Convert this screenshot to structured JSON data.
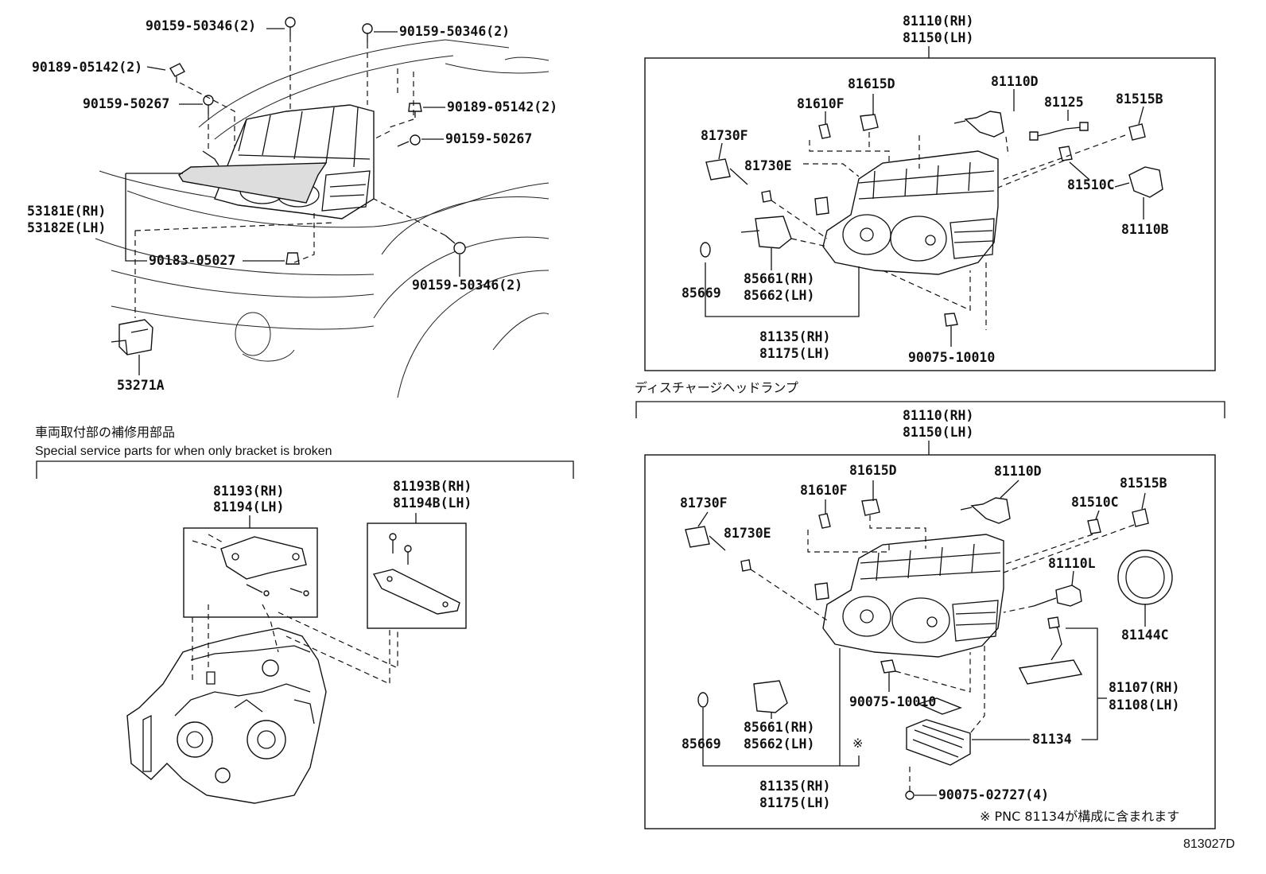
{
  "top_left": {
    "labels": {
      "p1": "90159-50346(2)",
      "p2": "90159-50346(2)",
      "p3": "90189-05142(2)",
      "p4": "90159-50267",
      "p5": "90189-05142(2)",
      "p6": "90159-50267",
      "p7": "53181E(RH)",
      "p8": "53182E(LH)",
      "p9": "90183-05027",
      "p10": "90159-50346(2)",
      "p11": "53271A"
    }
  },
  "service_parts": {
    "title_jp": "車両取付部の補修用部品",
    "title_en": "Special service parts for when only bracket is broken",
    "labels": {
      "a1": "81193(RH)",
      "a2": "81194(LH)",
      "b1": "81193B(RH)",
      "b2": "81194B(LH)"
    }
  },
  "top_right": {
    "labels": {
      "h1": "81110(RH)",
      "h2": "81150(LH)",
      "c1": "81615D",
      "c2": "81110D",
      "c3": "81610F",
      "c4": "81125",
      "c5": "81515B",
      "c6": "81730F",
      "c7": "81730E",
      "c8": "81510C",
      "c9": "81110B",
      "c10": "85661(RH)",
      "c11": "85662(LH)",
      "c12": "85669",
      "c13": "81135(RH)",
      "c14": "81175(LH)",
      "c15": "90075-10010"
    }
  },
  "bottom_right": {
    "section_title": "ディスチャージヘッドランプ",
    "labels": {
      "h1": "81110(RH)",
      "h2": "81150(LH)",
      "d1": "81615D",
      "d2": "81110D",
      "d3": "81730F",
      "d4": "81610F",
      "d5": "81510C",
      "d6": "81515B",
      "d7": "81730E",
      "d8": "81110L",
      "d9": "81144C",
      "d10": "90075-10010",
      "d11": "81107(RH)",
      "d12": "81108(LH)",
      "d13": "85661(RH)",
      "d14": "85662(LH)",
      "d15": "81134",
      "d16": "85669",
      "d17": "※",
      "d18": "81135(RH)",
      "d19": "81175(LH)",
      "d20": "90075-02727(4)"
    },
    "note": "※ PNC 81134が構成に含まれます"
  },
  "figure_code": "813027D"
}
